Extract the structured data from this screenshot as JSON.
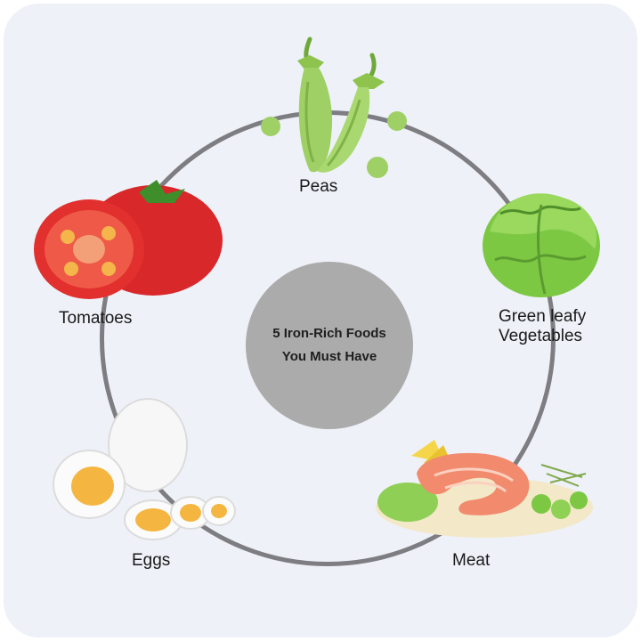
{
  "center": {
    "title_line1": "5 Iron-Rich Foods",
    "title_line2": "You Must Have"
  },
  "foods": {
    "peas": {
      "label": "Peas",
      "icon": "peas-icon"
    },
    "greens": {
      "label_line1": "Green leafy",
      "label_line2": "Vegetables",
      "icon": "lettuce-icon"
    },
    "meat": {
      "label": "Meat",
      "icon": "salmon-steak-icon"
    },
    "eggs": {
      "label": "Eggs",
      "icon": "boiled-eggs-icon"
    },
    "tomatoes": {
      "label": "Tomatoes",
      "icon": "tomatoes-icon"
    }
  },
  "colors": {
    "background": "#eef1f8",
    "ring": "#7d7d82",
    "center_circle": "#ababab",
    "text": "#1a1a1a"
  }
}
